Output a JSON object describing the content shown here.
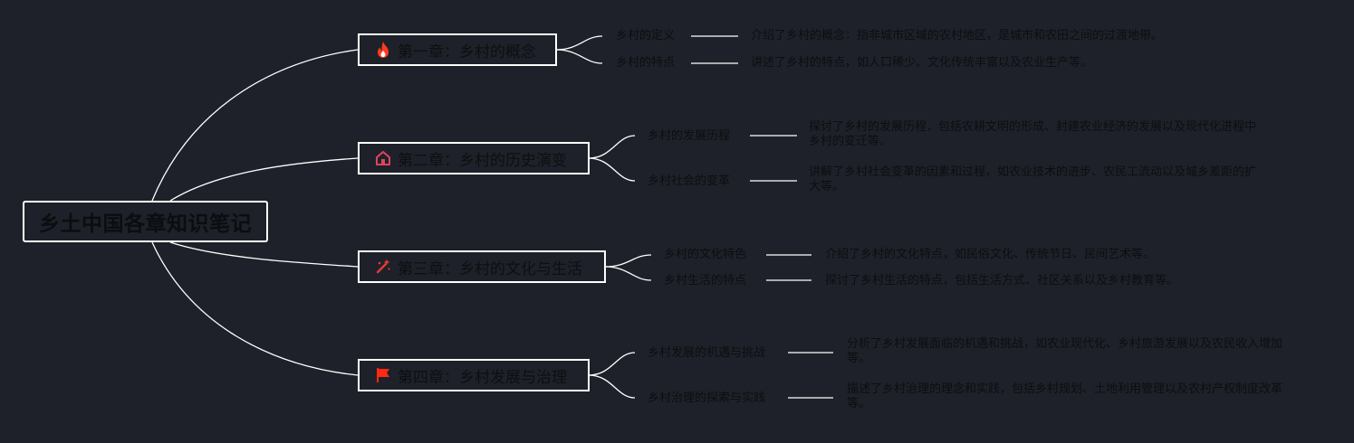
{
  "colors": {
    "background": "#1e2129",
    "line": "#ffffff",
    "text": "#0d0e11",
    "fire_icon": "#ff3b1f",
    "home_icon": "#e0445c",
    "wand_icon": "#e53935",
    "flag_icon": "#ff2a12"
  },
  "root": {
    "title": "乡土中国各章知识笔记"
  },
  "chapters": [
    {
      "icon": "fire-icon",
      "title": "第一章：乡村的概念",
      "topics": [
        {
          "label": "乡村的定义",
          "desc": "介绍了乡村的概念：指非城市区域的农村地区，是城市和农田之间的过渡地带。"
        },
        {
          "label": "乡村的特点",
          "desc": "讲述了乡村的特点，如人口稀少、文化传统丰富以及农业生产等。"
        }
      ]
    },
    {
      "icon": "home-icon",
      "title": "第二章：乡村的历史演变",
      "topics": [
        {
          "label": "乡村的发展历程",
          "desc": "探讨了乡村的发展历程，包括农耕文明的形成、封建农业经济的发展以及现代化进程中乡村的变迁等。"
        },
        {
          "label": "乡村社会的变革",
          "desc": "讲解了乡村社会变革的因素和过程，如农业技术的进步、农民工流动以及城乡差距的扩大等。"
        }
      ]
    },
    {
      "icon": "magic-wand-icon",
      "title": "第三章：乡村的文化与生活",
      "topics": [
        {
          "label": "乡村的文化特色",
          "desc": "介绍了乡村的文化特点，如民俗文化、传统节日、民间艺术等。"
        },
        {
          "label": "乡村生活的特点",
          "desc": "探讨了乡村生活的特点，包括生活方式、社区关系以及乡村教育等。"
        }
      ]
    },
    {
      "icon": "flag-icon",
      "title": "第四章：乡村发展与治理",
      "topics": [
        {
          "label": "乡村发展的机遇与挑战",
          "desc": "分析了乡村发展面临的机遇和挑战，如农业现代化、乡村旅游发展以及农民收入增加等。"
        },
        {
          "label": "乡村治理的探索与实践",
          "desc": "描述了乡村治理的理念和实践，包括乡村规划、土地利用管理以及农村产权制度改革等。"
        }
      ]
    }
  ]
}
